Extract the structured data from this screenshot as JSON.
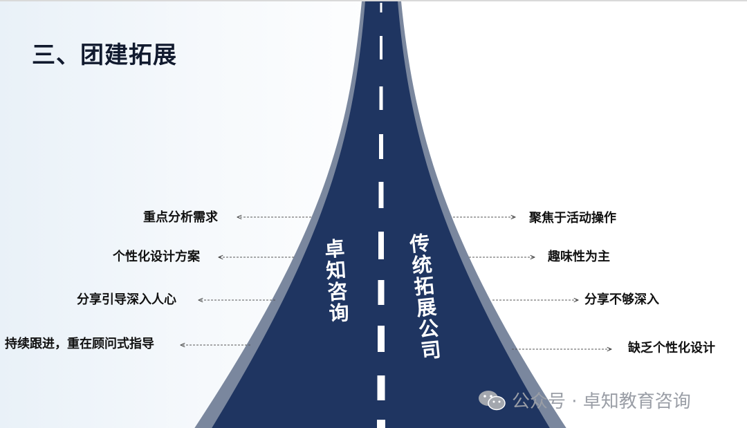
{
  "title": "三、团建拓展",
  "road": {
    "left_lane_text": "卓知咨询",
    "right_lane_text": "传统拓展公司"
  },
  "left_items": [
    "重点分析需求",
    "个性化设计方案",
    "分享引导深入人心",
    "持续跟进，重在顾问式指导"
  ],
  "right_items": [
    "聚焦于活动操作",
    "趣味性为主",
    "分享不够深入",
    "缺乏个性化设计"
  ],
  "watermark": {
    "text": "公众号 · 卓知教育咨询",
    "icon": "wechat-icon"
  },
  "colors": {
    "road": "#1f3561",
    "road_edge": "#7a879e",
    "dash": "#ffffff",
    "title": "#111a2e"
  }
}
